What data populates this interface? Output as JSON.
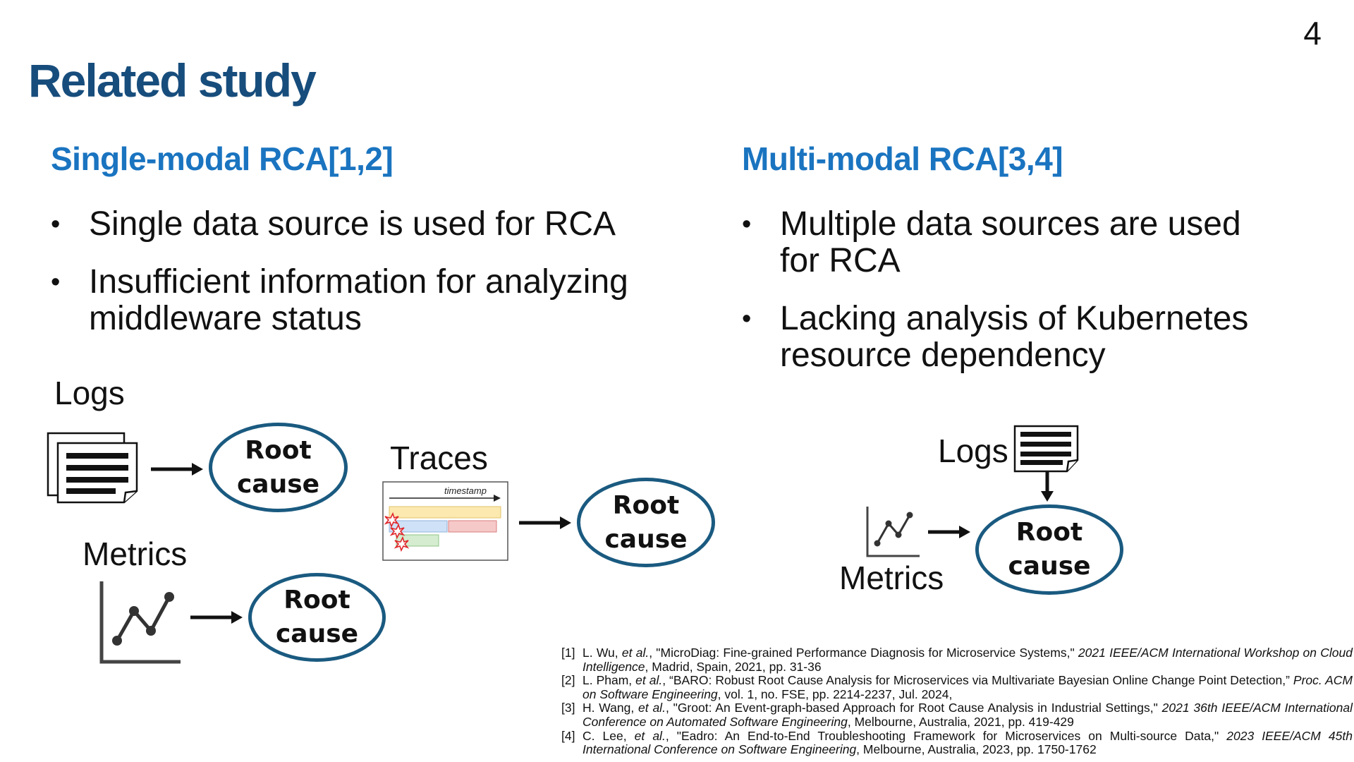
{
  "page_number": "4",
  "title": "Related study",
  "single_modal": {
    "heading": "Single-modal RCA[1,2]",
    "bullets": [
      "Single data source is used for RCA",
      "Insufficient information for analyzing middleware status"
    ],
    "logs_label": "Logs",
    "metrics_label": "Metrics",
    "traces_label": "Traces",
    "timestamp_label": "timestamp",
    "root_cause_line1": "Root",
    "root_cause_line2": "cause"
  },
  "multi_modal": {
    "heading": "Multi-modal RCA[3,4]",
    "bullets": [
      "Multiple data sources are used for RCA",
      "Lacking analysis of Kubernetes resource dependency"
    ],
    "logs_label": "Logs",
    "metrics_label": "Metrics",
    "root_cause_line1": "Root",
    "root_cause_line2": "cause"
  },
  "references": [
    {
      "num": "[1]",
      "pre": "L. Wu, ",
      "etal": "et al.",
      "mid": ", \"MicroDiag: Fine-grained Performance Diagnosis for Microservice Systems,\" ",
      "venue": "2021 IEEE/ACM International Workshop on Cloud Intelligence",
      "post": ", Madrid, Spain, 2021, pp. 31-36"
    },
    {
      "num": "[2]",
      "pre": "L. Pham, ",
      "etal": "et al.",
      "mid": ", “BARO: Robust Root Cause Analysis for Microservices via Multivariate Bayesian Online Change Point Detection,” ",
      "venue": "Proc. ACM on Software Engineering",
      "post": ", vol. 1, no. FSE, pp. 2214-2237, Jul. 2024,"
    },
    {
      "num": "[3]",
      "pre": "H. Wang, ",
      "etal": "et al.",
      "mid": ", \"Groot: An Event-graph-based Approach for Root Cause Analysis in Industrial Settings,\" ",
      "venue": "2021 36th IEEE/ACM International Conference on Automated Software Engineering",
      "post": ", Melbourne, Australia, 2021, pp. 419-429"
    },
    {
      "num": "[4]",
      "pre": "C. Lee, ",
      "etal": "et al.",
      "mid": ", \"Eadro: An End-to-End Troubleshooting Framework for Microservices on Multi-source Data,\" ",
      "venue": "2023 IEEE/ACM 45th International Conference on Software Engineering",
      "post": ", Melbourne, Australia, 2023, pp. 1750-1762"
    }
  ],
  "icons": {
    "document": "document-icon",
    "chart": "line-chart-icon",
    "trace": "trace-timeline-icon",
    "arrow": "arrow-right-icon",
    "error": "error-burst-icon"
  },
  "colors": {
    "title": "#174d7c",
    "heading": "#1a74c0",
    "ellipse_border": "#1a5a80"
  }
}
